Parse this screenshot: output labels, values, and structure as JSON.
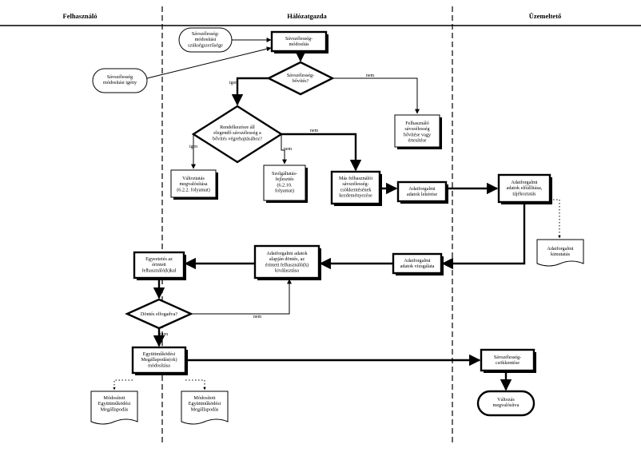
{
  "lanes": {
    "user": "Felhasználó",
    "network": "Hálózatgazda",
    "operator": "Üzemeltető"
  },
  "nodes": {
    "start_bw_need": [
      "Sávszélesség-",
      "módosítási",
      "szükségszerűsége"
    ],
    "start_user_req": [
      "Sávszélesség",
      "módosítási igény"
    ],
    "bw_change": [
      "Sávszélesség-",
      "módosítás"
    ],
    "bw_expand_q": [
      "Sávszélesség-",
      "bővítés?"
    ],
    "available_q": [
      "Rendelkezésre áll",
      "elegendő sávszélesség a",
      "bővítés végrehajtásához?"
    ],
    "increase_bw": [
      "Felhasználó",
      "sávszélesség",
      "bővítése vagy",
      "értesítése"
    ],
    "reserve_decision": [
      "Változtatás",
      "megvalósítása",
      "(6.2.2. folyamat)"
    ],
    "service_dev": [
      "Szolgáltatás-",
      "fejlesztés",
      "(6.2.10.",
      "folyamat)"
    ],
    "other_users": [
      "Más felhasználói",
      "sávszélesség-",
      "csökkentésének",
      "kezdeményezése"
    ],
    "traffic_request": [
      "Adatforgalmi",
      "adatok lekérése"
    ],
    "traffic_provide": [
      "Adatforgalmi",
      "adatok előállítása,",
      "tájékoztatás"
    ],
    "traffic_reports": [
      "Adatforgalmi",
      "kimutatás"
    ],
    "traffic_review": [
      "Adatforgalmi",
      "adatok vizsgálata"
    ],
    "select_users": [
      "Adatforgalmi adatok",
      "alapján döntés, az",
      "érintett felhasználó(k)",
      "kiválasztása"
    ],
    "negotiate": [
      "Egyeztetés az",
      "érintett",
      "felhasználó(k)kal"
    ],
    "agreement_q": [
      "Döntés elfogadva?"
    ],
    "modify_sla": [
      "Együttműködési",
      "Megállapodás(ok)",
      "módosítása"
    ],
    "modified_doc_1": [
      "Módosított",
      "Együttműködési",
      "Megállapodás"
    ],
    "modified_doc_2": [
      "Módosított",
      "Együttműködési",
      "Megállapodás"
    ],
    "bw_reduce": [
      "Sávszélesség-",
      "csökkentése"
    ],
    "change_done": [
      "Változás",
      "megvalósítva"
    ]
  },
  "edge_labels": {
    "yes": "igen",
    "no": "nem"
  }
}
